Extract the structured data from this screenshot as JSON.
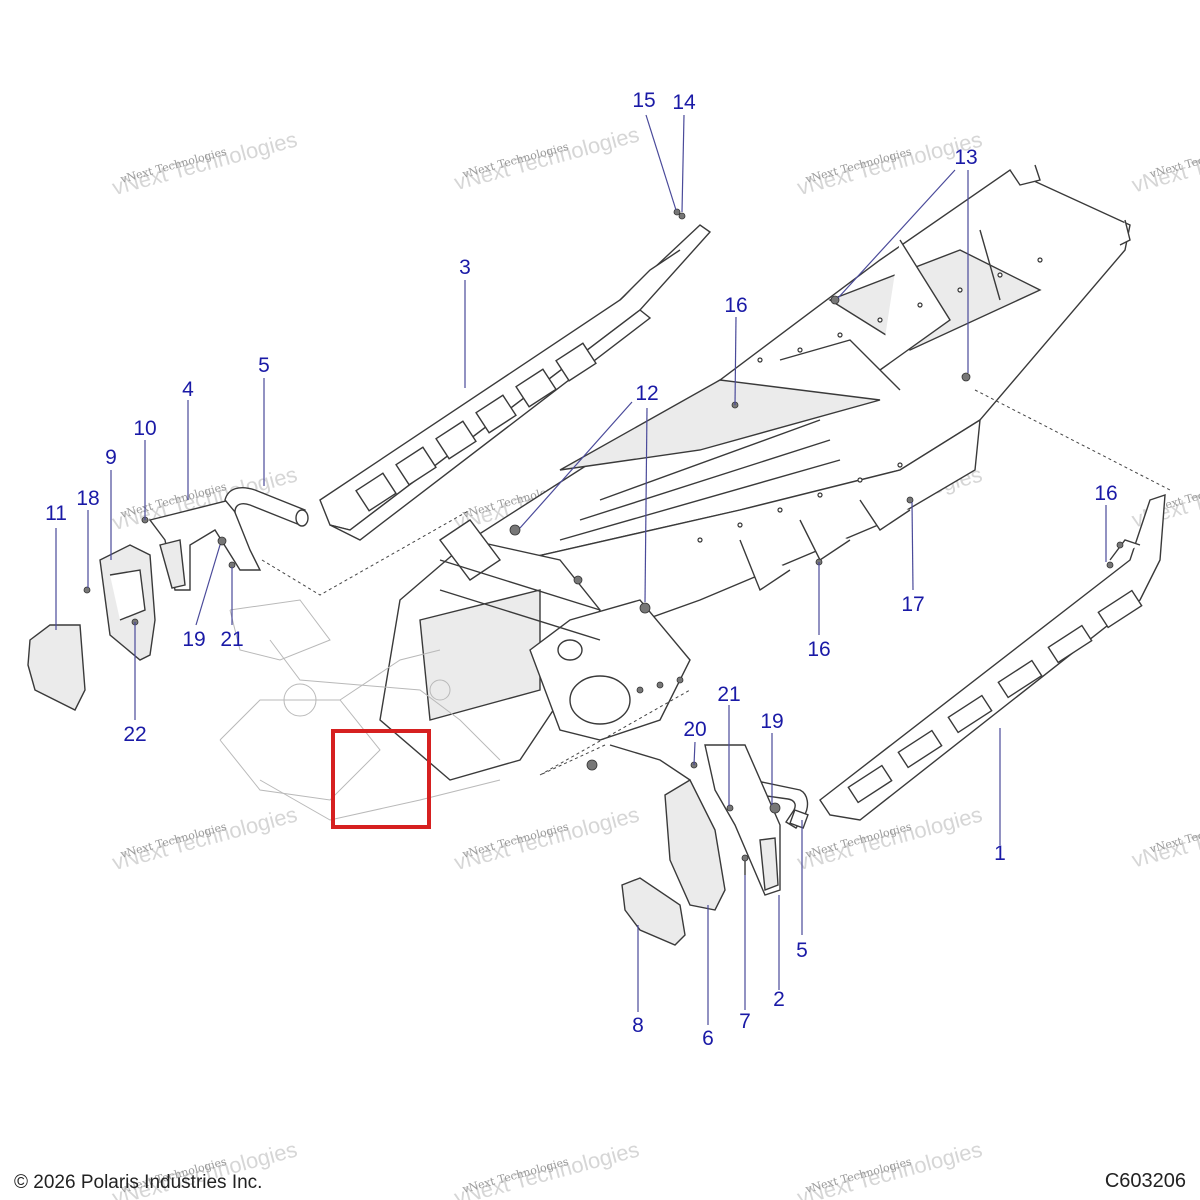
{
  "watermark": "vNext Technologies",
  "callouts": {
    "c1": "1",
    "c2": "2",
    "c3": "3",
    "c4": "4",
    "c5a": "5",
    "c5b": "5",
    "c6": "6",
    "c7": "7",
    "c8": "8",
    "c9": "9",
    "c10": "10",
    "c11": "11",
    "c12": "12",
    "c13": "13",
    "c14": "14",
    "c15": "15",
    "c16a": "16",
    "c16b": "16",
    "c16c": "16",
    "c17": "17",
    "c18": "18",
    "c19a": "19",
    "c19b": "19",
    "c20": "20",
    "c21a": "21",
    "c21b": "21",
    "c22": "22"
  },
  "footer": {
    "copyright": "© 2026 Polaris Industries Inc.",
    "figure_code": "C603206"
  },
  "colors": {
    "callout": "#1a1aa6",
    "highlight": "#d62020"
  }
}
